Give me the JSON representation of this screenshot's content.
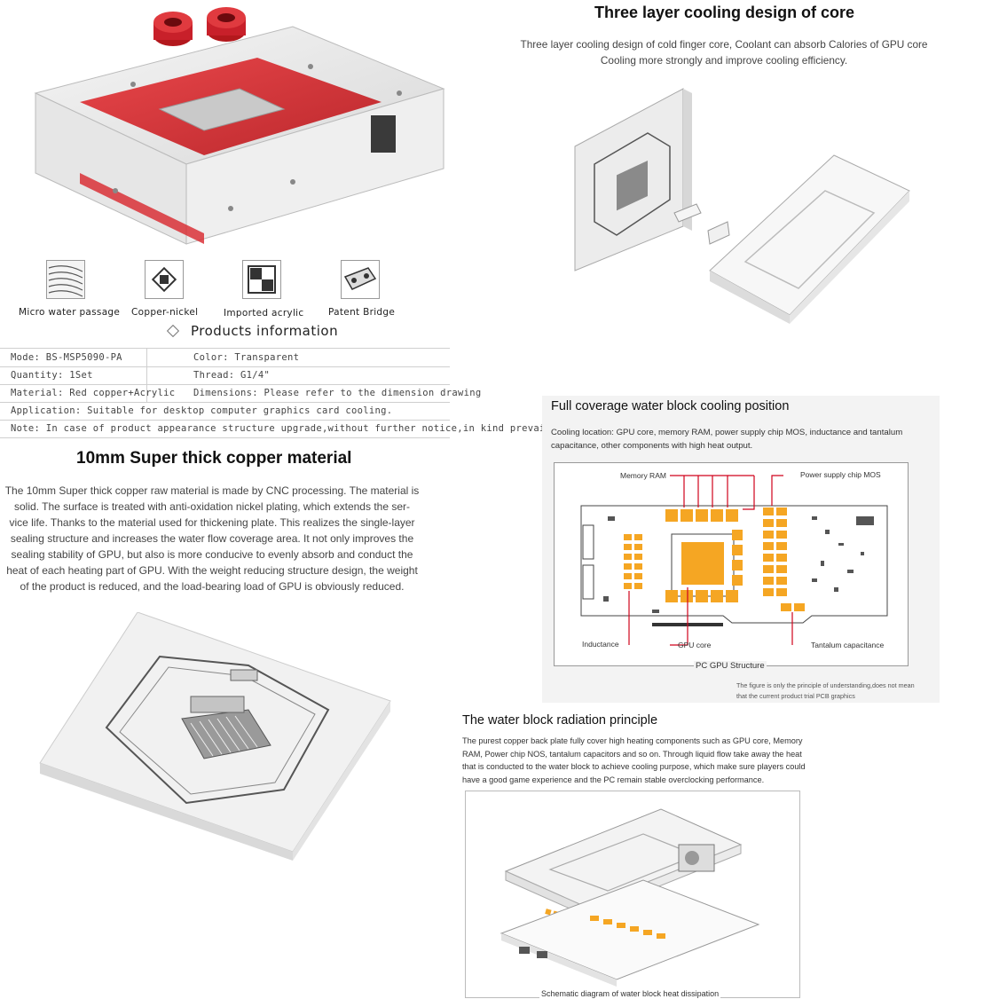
{
  "features": [
    {
      "label": "Micro water passage",
      "icon": "micro-water-passage-icon"
    },
    {
      "label": "Copper-nickel",
      "icon": "copper-nickel-icon"
    },
    {
      "label": "Imported acrylic",
      "icon": "imported-acrylic-icon"
    },
    {
      "label": "Patent Bridge",
      "icon": "patent-bridge-icon"
    }
  ],
  "products_info": {
    "title": "Products information",
    "rows": [
      {
        "left": "Mode:  BS-MSP5090-PA",
        "right": "Color:  Transparent"
      },
      {
        "left": "Quantity:  1Set",
        "right": "Thread:  G1/4\""
      },
      {
        "left": "Material:  Red copper+Acrylic",
        "right": "Dimensions:  Please refer to the dimension drawing"
      },
      {
        "full": "Application:  Suitable for desktop computer graphics card cooling."
      },
      {
        "full": "Note:  In case of product appearance structure upgrade,without further notice,in kind prevail"
      }
    ]
  },
  "copper_section": {
    "title": "10mm Super thick copper material",
    "lines": [
      "The 10mm Super thick copper raw material is made by CNC processing. The material is",
      "solid. The surface is treated with anti-oxidation nickel plating, which extends the ser-",
      "vice life. Thanks to the material used for thickening plate. This realizes the single-layer",
      "sealing structure and increases the water flow coverage area. It not only improves the",
      "sealing stability of GPU, but also is more conducive to evenly absorb and conduct the",
      "heat of each heating part of GPU. With the weight reducing structure design, the weight",
      "of the product is reduced, and the load-bearing load of GPU is obviously reduced."
    ]
  },
  "three_layer": {
    "title": "Three layer cooling design of core",
    "lines": [
      "Three layer cooling design of cold finger core, Coolant can absorb Calories of GPU core",
      "Cooling more strongly and improve cooling efficiency."
    ]
  },
  "coverage": {
    "title": "Full coverage water block cooling position",
    "lines": [
      "Cooling location: GPU core, memory RAM, power supply chip MOS, inductance and tantalum",
      "capacitance, other components with high heat output."
    ],
    "callouts": {
      "memory_ram": "Memory RAM",
      "power_mos": "Power supply chip MOS",
      "inductance": "Inductance",
      "gpu_core": "GPU core",
      "tantalum": "Tantalum capacitance",
      "structure": "PC GPU Structure"
    },
    "footnote": [
      "The figure is only the principle of understanding,does not mean",
      "that the current product trial PCB graphics"
    ]
  },
  "radiation": {
    "title": "The water block radiation principle",
    "lines": [
      "The purest copper back plate fully cover high heating components such as GPU core, Memory",
      "RAM, Power chip NOS, tantalum capacitors and so on. Through liquid flow take away the heat",
      "that is conducted to the water block to achieve cooling purpose, which make sure players could",
      "have a good game experience and the PC remain stable overclocking performance."
    ],
    "caption": "Schematic diagram of water block heat dissipation"
  },
  "colors": {
    "acrylic_red": "#d8262c",
    "chip_orange": "#f5a623",
    "callout_red": "#d0021b"
  }
}
